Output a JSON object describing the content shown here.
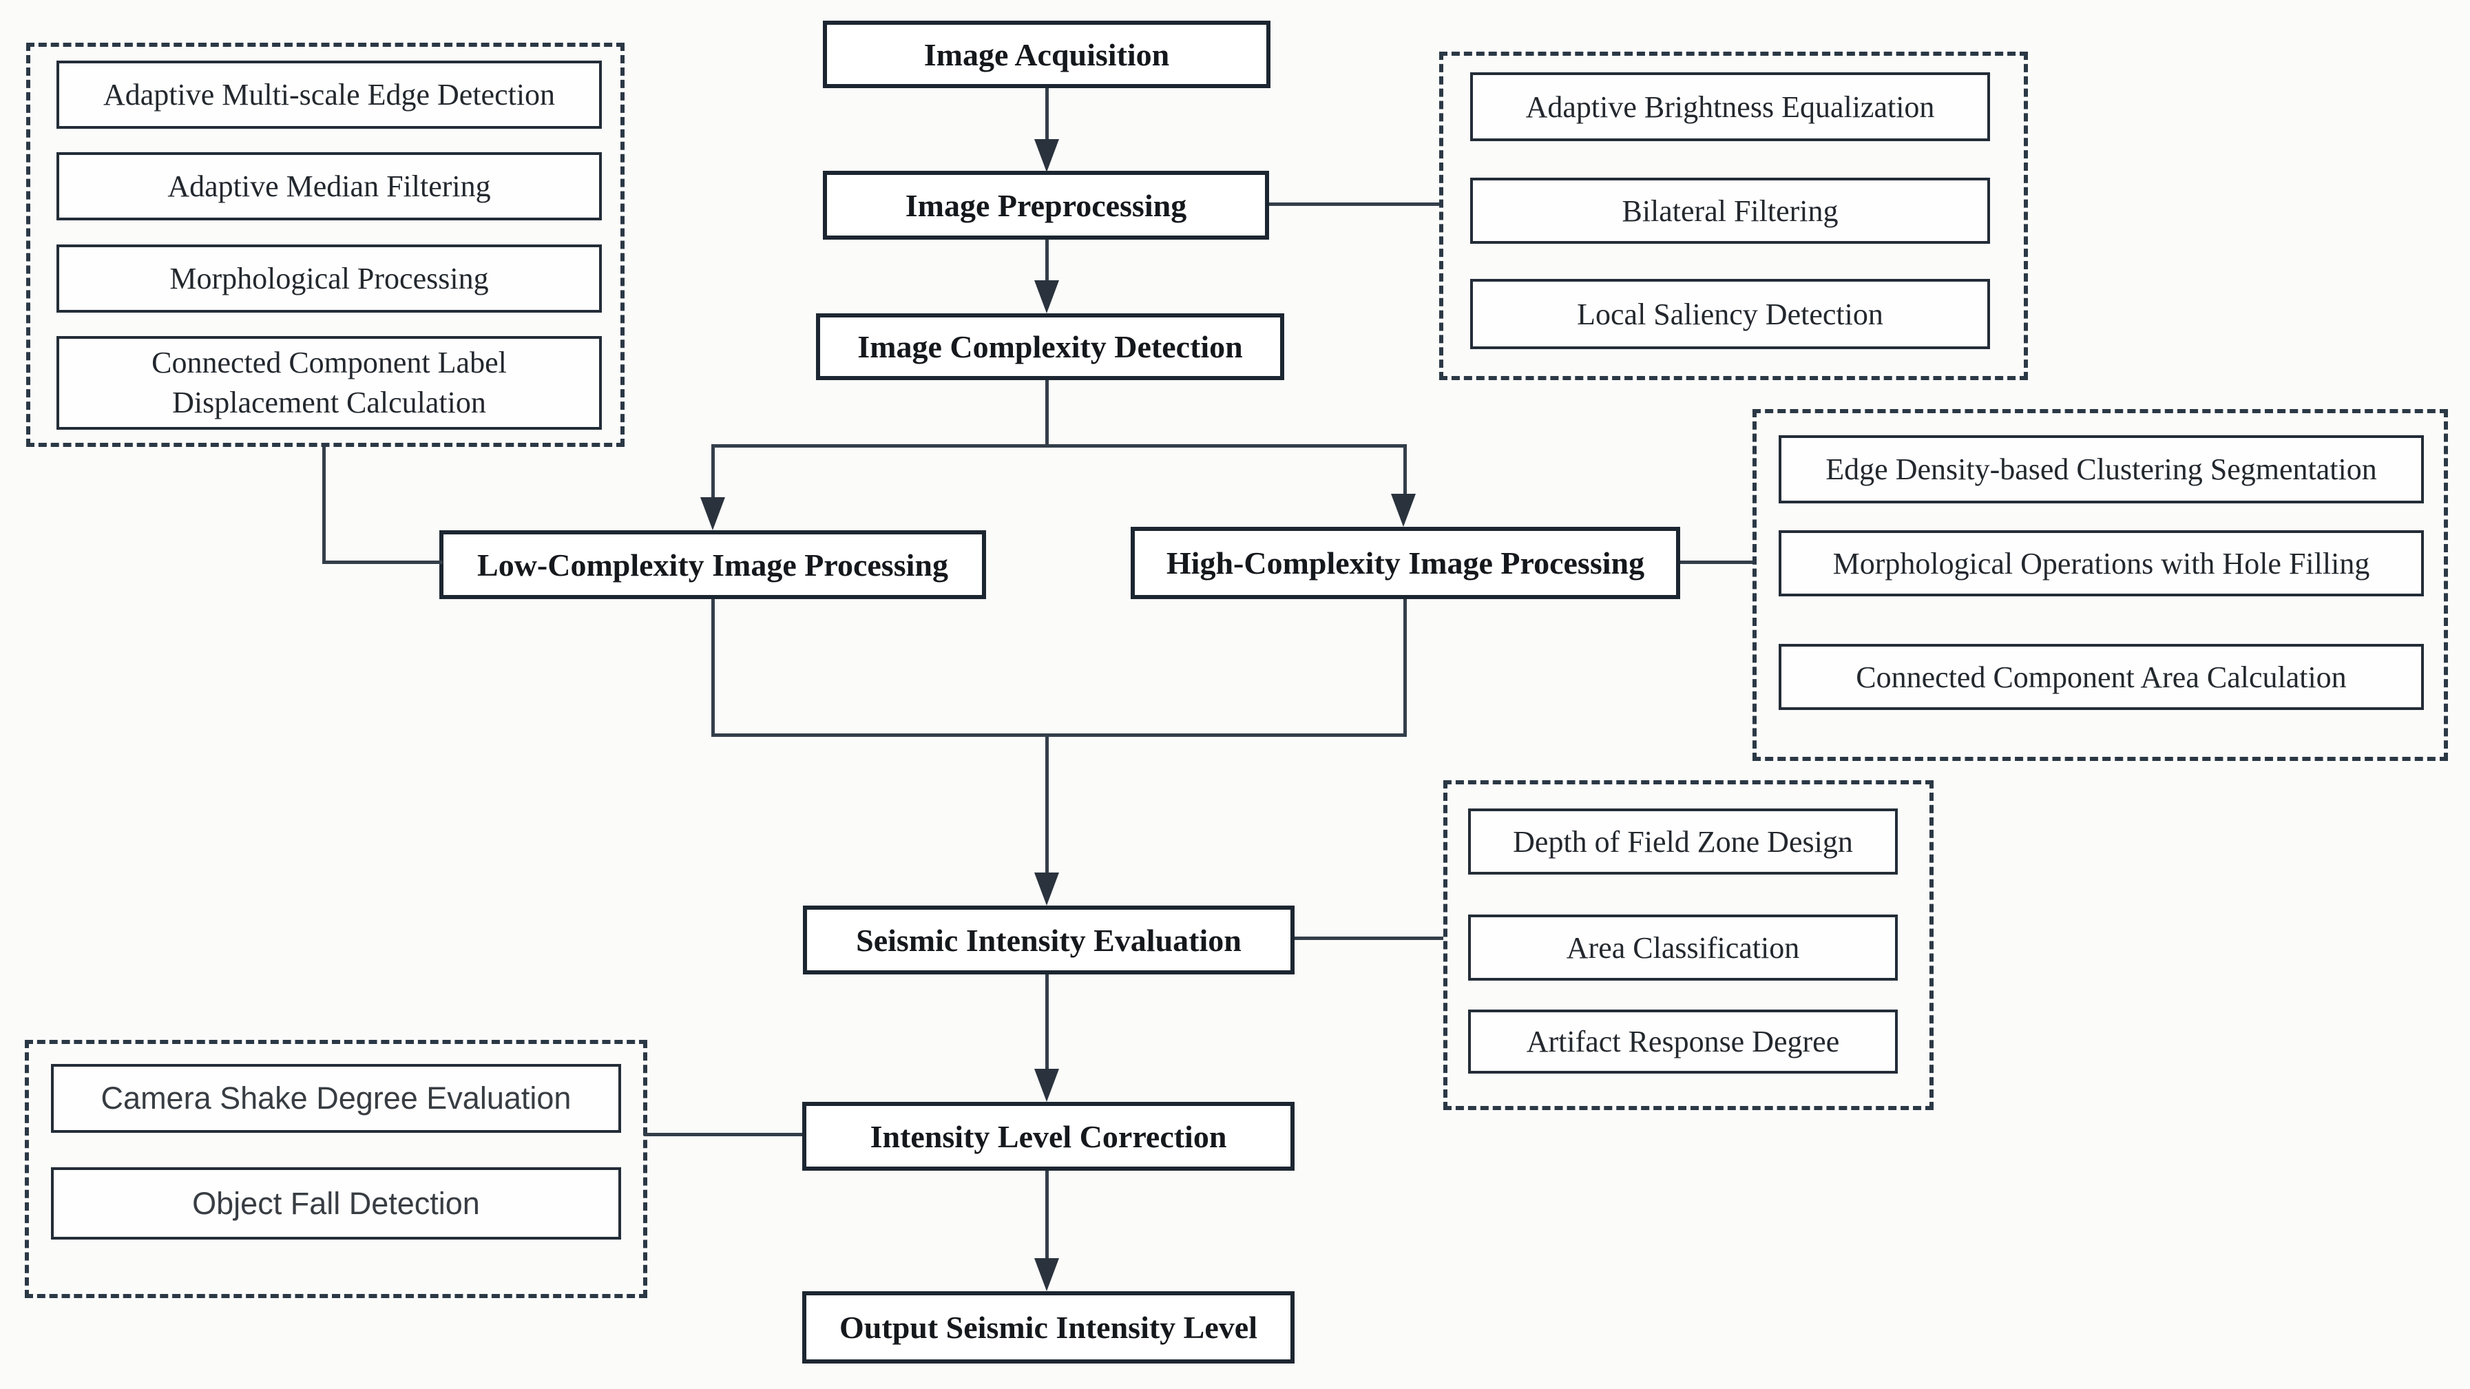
{
  "colors": {
    "background": "#fbfbfa",
    "box_fill": "#ffffff",
    "box_border": "#1c2631",
    "dashed_border": "#2b3845",
    "connector_line": "#333e49",
    "main_text": "#15181c",
    "side_text": "#23282e",
    "sans_text": "#383d43"
  },
  "flow": {
    "nodes": [
      {
        "id": "image-acquisition",
        "label": "Image Acquisition"
      },
      {
        "id": "image-preprocessing",
        "label": "Image Preprocessing"
      },
      {
        "id": "image-complexity-detection",
        "label": "Image Complexity Detection"
      },
      {
        "id": "low-complexity-image-processing",
        "label": "Low-Complexity Image Processing"
      },
      {
        "id": "high-complexity-image-processing",
        "label": "High-Complexity Image Processing"
      },
      {
        "id": "seismic-intensity-evaluation",
        "label": "Seismic Intensity Evaluation"
      },
      {
        "id": "intensity-level-correction",
        "label": "Intensity Level Correction"
      },
      {
        "id": "output-seismic-intensity-level",
        "label": "Output Seismic Intensity Level"
      }
    ]
  },
  "groups": {
    "low_complexity_steps": {
      "items": [
        "Adaptive Multi-scale Edge Detection",
        "Adaptive Median Filtering",
        "Morphological Processing",
        "Connected Component Label Displacement Calculation"
      ]
    },
    "preprocessing_steps": {
      "items": [
        "Adaptive Brightness Equalization",
        "Bilateral Filtering",
        "Local Saliency Detection"
      ]
    },
    "high_complexity_steps": {
      "items": [
        "Edge Density-based Clustering Segmentation",
        "Morphological Operations with Hole Filling",
        "Connected Component Area Calculation"
      ]
    },
    "evaluation_steps": {
      "items": [
        "Depth of Field Zone Design",
        "Area Classification",
        "Artifact Response Degree"
      ]
    },
    "correction_steps": {
      "items": [
        "Camera Shake Degree Evaluation",
        "Object Fall Detection"
      ]
    }
  }
}
